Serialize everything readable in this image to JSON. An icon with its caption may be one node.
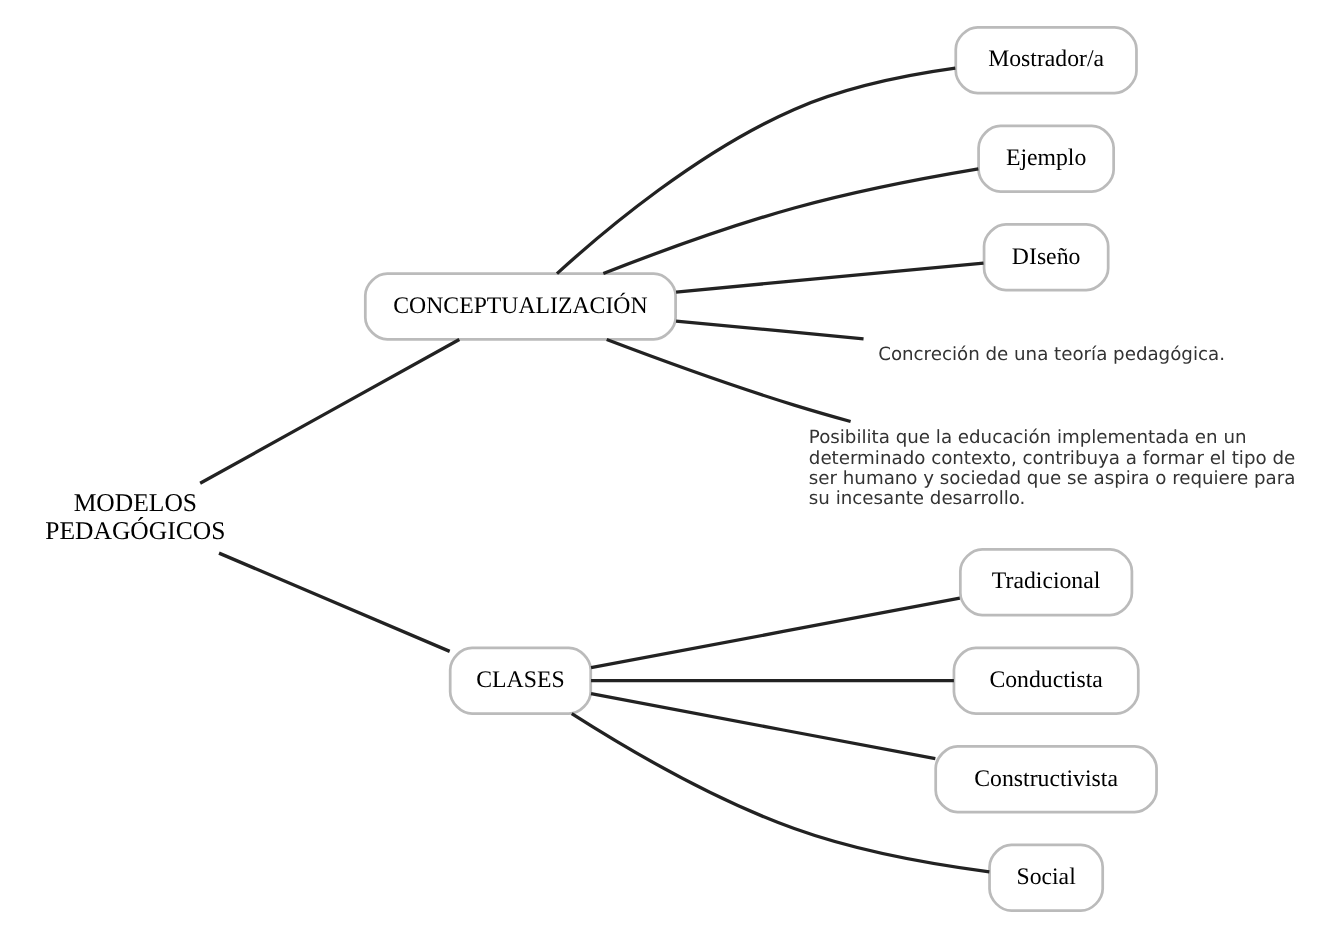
{
  "diagram": {
    "nodes": [
      {
        "text": [
          "MODELOS PEDAGÓGICOS"
        ]
      },
      {
        "text": [
          "CONCEPTUALIZACIÓN"
        ]
      },
      {
        "text": [
          "Mostrador/a"
        ]
      },
      {
        "text": [
          "Ejemplo"
        ]
      },
      {
        "text": [
          "DIseño"
        ]
      },
      {
        "text": [
          "Concreción de una teoría pedagógica."
        ]
      },
      {
        "text": [
          "Posibilita que la educación implementada en un determinado contexto, contribuya a formar el tipo de ser humano y sociedad que se aspira o requiere para su incesante desarrollo."
        ]
      },
      {
        "text": [
          "CLASES"
        ]
      },
      {
        "text": [
          "Tradicional"
        ]
      },
      {
        "text": [
          "Conductista"
        ]
      },
      {
        "text": [
          "Constructivista"
        ]
      },
      {
        "text": [
          "Social"
        ]
      }
    ],
    "edges": [
      {
        "from": 0,
        "to": 1,
        "arrow": "none"
      },
      {
        "from": 0,
        "to": 7,
        "arrow": "none"
      },
      {
        "from": 1,
        "to": 2,
        "arrow": "none"
      },
      {
        "from": 1,
        "to": 3,
        "arrow": "none"
      },
      {
        "from": 1,
        "to": 4,
        "arrow": "none"
      },
      {
        "from": 1,
        "to": 5,
        "arrow": "none"
      },
      {
        "from": 1,
        "to": 6,
        "arrow": "none"
      },
      {
        "from": 7,
        "to": 8,
        "arrow": "none"
      },
      {
        "from": 7,
        "to": 9,
        "arrow": "none"
      },
      {
        "from": 7,
        "to": 10,
        "arrow": "none"
      },
      {
        "from": 7,
        "to": 11,
        "arrow": "none"
      }
    ]
  }
}
